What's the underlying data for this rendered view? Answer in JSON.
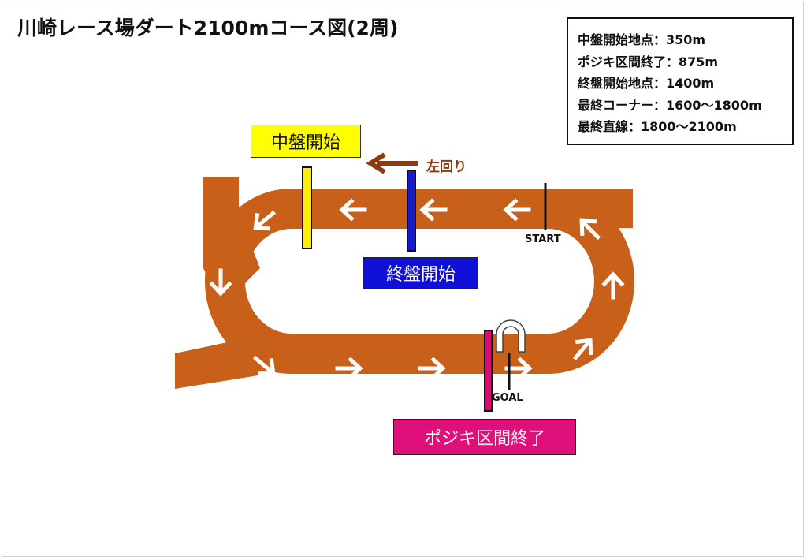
{
  "title": "川崎レース場ダート2100mコース図(2周)",
  "info": {
    "lines": [
      "中盤開始地点：350m",
      "ポジキ区間終了：875m",
      "終盤開始地点：1400m",
      "最終コーナー：1600〜1800m",
      "最終直線：1800〜2100m"
    ]
  },
  "labels": {
    "mid_start": "中盤開始",
    "final_start": "終盤開始",
    "pozi_end": "ポジキ区間終了",
    "start": "START",
    "goal": "GOAL",
    "direction": "左回り"
  },
  "colors": {
    "track": "#c8601a",
    "mid_marker": "#ffee00",
    "final_marker": "#1a1ad0",
    "pozi_marker": "#d4106e",
    "direction_arrow": "#8b3a12"
  }
}
